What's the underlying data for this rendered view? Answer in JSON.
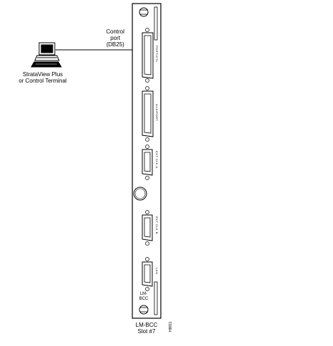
{
  "terminal": {
    "label_line1": "StrataView Plus",
    "label_line2": "or Control Terminal"
  },
  "control_port": {
    "line1": "Control",
    "line2": "port",
    "line3": "(DB25)"
  },
  "card": {
    "face_line1": "LM-",
    "face_line2": "BCC",
    "caption_line1": "LM-BCC",
    "caption_line2": "Slot #7",
    "figure_id": "H8811"
  },
  "connectors": [
    {
      "label": "PORT/CTL"
    },
    {
      "label": "AUX/PORT"
    },
    {
      "label": "EXT CLK A"
    },
    {
      "label": "EXT CLK B"
    },
    {
      "label": "LAN"
    }
  ]
}
